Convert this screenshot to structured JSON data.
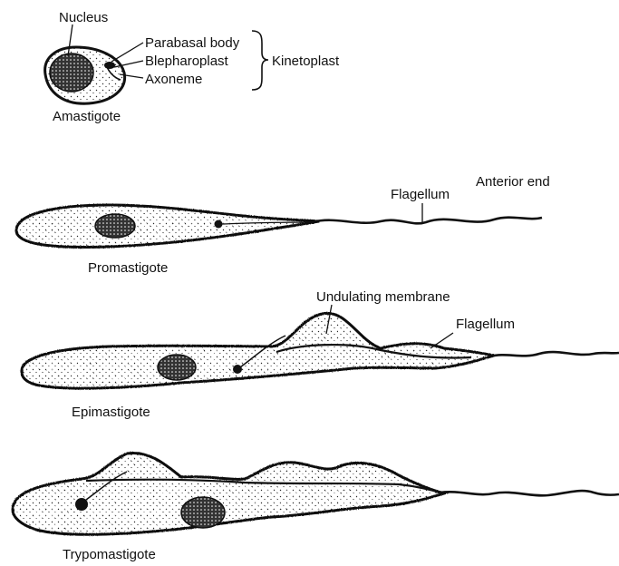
{
  "labels": {
    "nucleus": "Nucleus",
    "parabasal_body": "Parabasal body",
    "blepharoplast": "Blepharoplast",
    "axoneme": "Axoneme",
    "kinetoplast": "Kinetoplast",
    "amastigote": "Amastigote",
    "flagellum_promastigote": "Flagellum",
    "anterior_end": "Anterior end",
    "promastigote": "Promastigote",
    "undulating_membrane": "Undulating membrane",
    "flagellum_epimastigote": "Flagellum",
    "epimastigote": "Epimastigote",
    "trypomastigote": "Trypomastigote"
  },
  "colors": {
    "ink": "#111111",
    "stipple": "#2a2a2a",
    "background": "#ffffff"
  }
}
